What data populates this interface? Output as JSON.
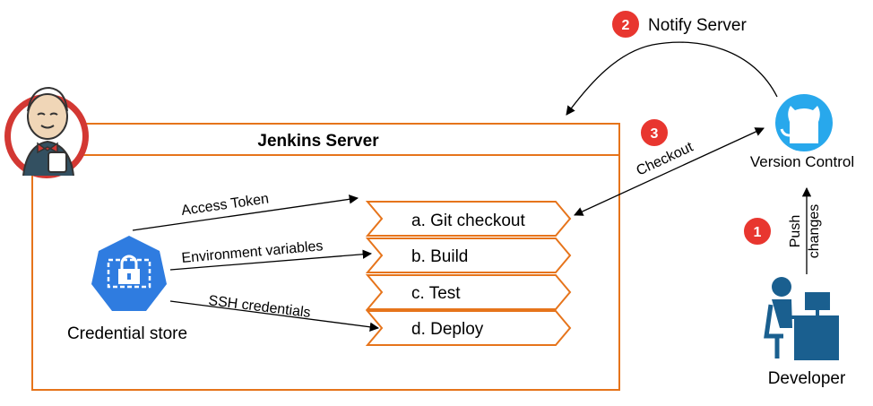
{
  "jenkins_server": {
    "title": "Jenkins Server"
  },
  "stages": [
    {
      "label": "a. Git checkout"
    },
    {
      "label": "b. Build"
    },
    {
      "label": "c. Test"
    },
    {
      "label": "d. Deploy"
    }
  ],
  "credential_store": {
    "label": "Credential store",
    "links": [
      {
        "label": "Access Token"
      },
      {
        "label": "Environment variables"
      },
      {
        "label": "SSH credentials"
      }
    ]
  },
  "version_control": {
    "label": "Version Control"
  },
  "developer": {
    "label": "Developer"
  },
  "steps": [
    {
      "number": "1",
      "line1": "Push",
      "line2": "changes"
    },
    {
      "number": "2",
      "label": "Notify Server"
    },
    {
      "number": "3",
      "label": "Checkout"
    }
  ],
  "colors": {
    "orange": "#e6741b",
    "red_badge": "#e8362f",
    "credential_blue": "#2f7ce0",
    "github_blue": "#28a8ec",
    "developer_blue": "#1a5f8f"
  }
}
